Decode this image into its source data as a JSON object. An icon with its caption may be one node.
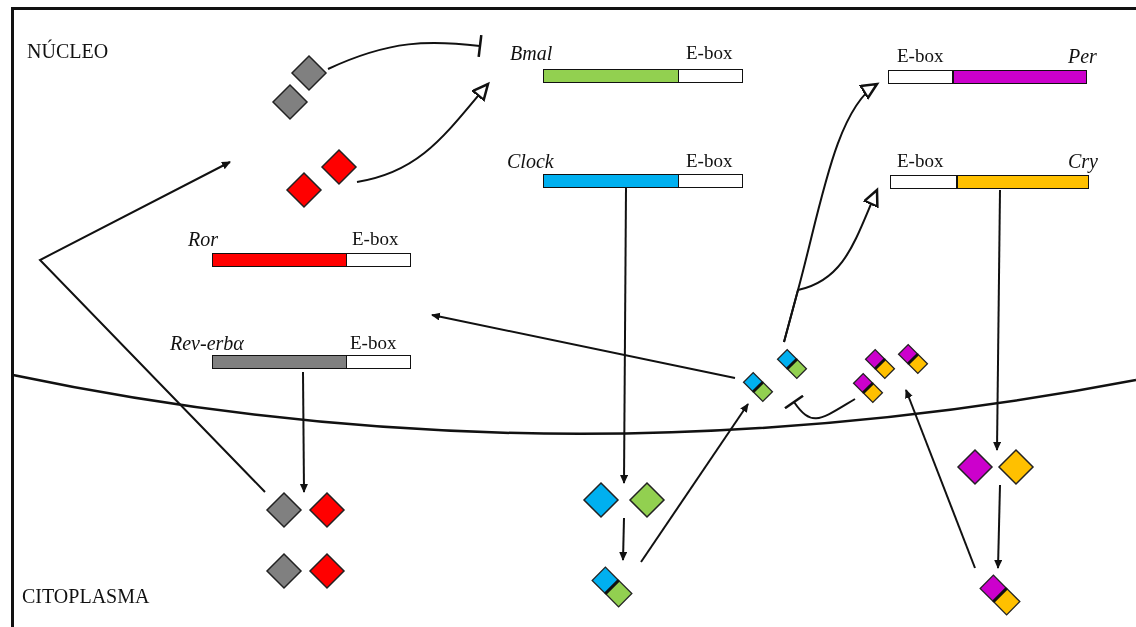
{
  "diagram": {
    "nodes": [
      {
        "text": [
          "Bmal",
          "E-box"
        ]
      },
      {
        "text": [
          "Clock",
          "E-box"
        ]
      },
      {
        "text": [
          "E-box",
          "Per"
        ]
      },
      {
        "text": [
          "E-box",
          "Cry"
        ]
      },
      {
        "text": [
          "Ror",
          "E-box"
        ]
      },
      {
        "text": [
          "Rev-erbα",
          "E-box"
        ]
      },
      {
        "text": [],
        "shape": "diamond"
      },
      {
        "text": [],
        "shape": "diamond"
      },
      {
        "text": [],
        "shape": "diamond"
      },
      {
        "text": [],
        "shape": "diamond"
      },
      {
        "text": [],
        "shape": "box"
      },
      {
        "text": [],
        "shape": "box"
      },
      {
        "text": [],
        "shape": "box"
      },
      {
        "text": [],
        "shape": "diamond"
      },
      {
        "text": [],
        "shape": "box"
      }
    ],
    "edges": [
      {
        "from": 6,
        "to": 0,
        "arrow": "other"
      },
      {
        "from": 7,
        "to": 0,
        "arrow": "to"
      },
      {
        "from": 1,
        "to": 9,
        "arrow": "to"
      },
      {
        "from": 9,
        "to": 10,
        "arrow": "to"
      },
      {
        "from": 10,
        "to": 11,
        "arrow": "to"
      },
      {
        "from": 11,
        "to": 2,
        "arrow": "to"
      },
      {
        "from": 11,
        "to": 3,
        "arrow": "to"
      },
      {
        "from": 11,
        "to": null,
        "arrow": "to"
      },
      {
        "from": 12,
        "to": 11,
        "arrow": "other"
      },
      {
        "from": 3,
        "to": 13,
        "arrow": "to"
      },
      {
        "from": 13,
        "to": 14,
        "arrow": "to"
      },
      {
        "from": 14,
        "to": 12,
        "arrow": "to"
      },
      {
        "from": 5,
        "to": 8,
        "arrow": "to"
      },
      {
        "from": 8,
        "to": null,
        "arrow": "to"
      }
    ],
    "labels": [
      "NÚCLEO",
      "CITOPLASMA"
    ]
  }
}
